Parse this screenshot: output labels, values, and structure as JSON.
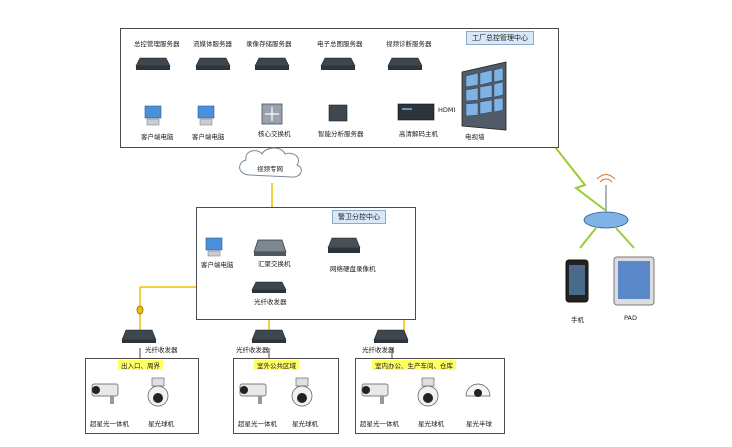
{
  "colors": {
    "bus": "#6f8fbf",
    "fiber": "#f0c000",
    "link": "#6b6bd6",
    "wireless": "#9acd32",
    "tag_bg": "#d9e7f7",
    "highlight": "#ffff66"
  },
  "control_center": {
    "title": "工厂总控管理中心",
    "servers": [
      "总控管理服务器",
      "流媒体服务器",
      "录像存储服务器",
      "电子总图服务器",
      "视频诊断服务器"
    ],
    "row2": {
      "client1": "客户端电脑",
      "client2": "客户端电脑",
      "core_switch": "核心交换机",
      "smart_server": "智能分析服务器",
      "decoder": "高清解码主机",
      "hdmi": "HDMI",
      "video_wall": "电视墙"
    }
  },
  "network_cloud": "视频专网",
  "guard_center": {
    "title": "警卫分控中心",
    "client": "客户端电脑",
    "agg_switch": "汇聚交换机",
    "nvr": "网络硬盘录像机",
    "fiber_tx": "光纤收发器"
  },
  "mobile": {
    "phone": "手机",
    "pad": "PAD"
  },
  "sites": [
    {
      "fiber_label": "光纤收发器",
      "area": "出入口、周界",
      "cams": [
        "超星光一体机",
        "星光球机"
      ]
    },
    {
      "fiber_label": "光纤收发器",
      "area": "室外公共区域",
      "cams": [
        "超星光一体机",
        "星光球机"
      ]
    },
    {
      "fiber_label": "光纤收发器",
      "area": "室内办公、生产车间、仓库",
      "cams": [
        "超星光一体机",
        "星光球机",
        "星光半球"
      ]
    }
  ]
}
